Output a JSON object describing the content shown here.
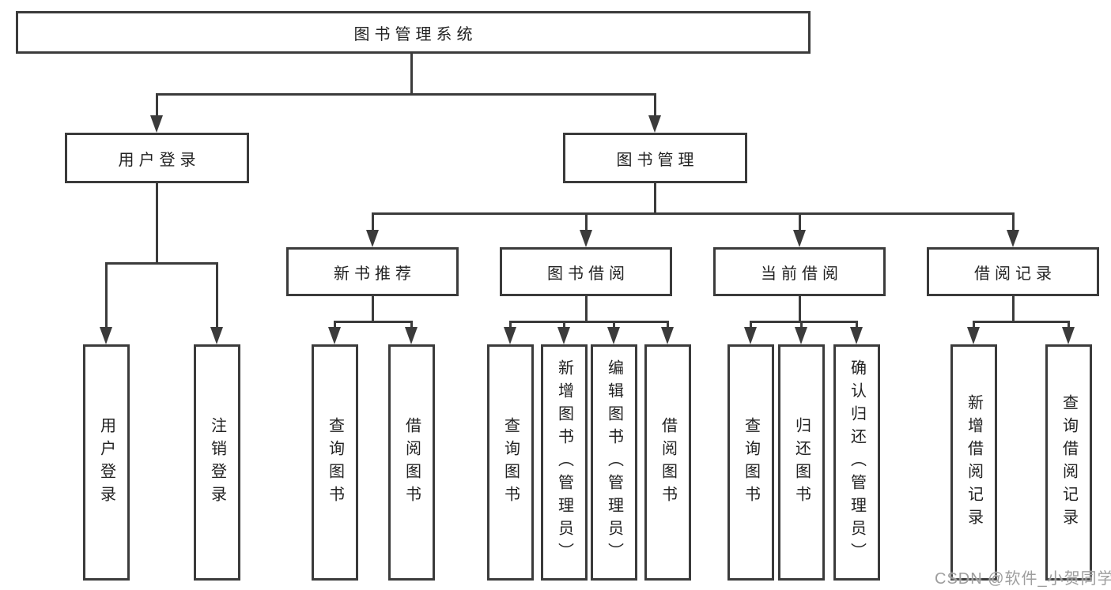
{
  "diagram": {
    "title": "图书管理系统",
    "root": {
      "label": "图书管理系统"
    },
    "level2": [
      {
        "label": "用户登录"
      },
      {
        "label": "图书管理"
      }
    ],
    "level3": [
      {
        "label": "新书推荐"
      },
      {
        "label": "图书借阅"
      },
      {
        "label": "当前借阅"
      },
      {
        "label": "借阅记录"
      }
    ],
    "leaves": {
      "user_login": [
        {
          "label": "用户登录"
        },
        {
          "label": "注销登录"
        }
      ],
      "new_books": [
        {
          "label": "查询图书"
        },
        {
          "label": "借阅图书"
        }
      ],
      "book_borrow": [
        {
          "label": "查询图书"
        },
        {
          "label": "新增图书（管理员）"
        },
        {
          "label": "编辑图书（管理员）"
        },
        {
          "label": "借阅图书"
        }
      ],
      "current_borrow": [
        {
          "label": "查询图书"
        },
        {
          "label": "归还图书"
        },
        {
          "label": "确认归还（管理员）"
        }
      ],
      "borrow_records": [
        {
          "label": "新增借阅记录"
        },
        {
          "label": "查询借阅记录"
        }
      ]
    }
  },
  "watermark": {
    "text": "CSDN @软件_小贺同学"
  },
  "colors": {
    "line": "#3b3b3b",
    "text": "#222222",
    "background": "#ffffff",
    "watermark": "#9e9e9e"
  }
}
